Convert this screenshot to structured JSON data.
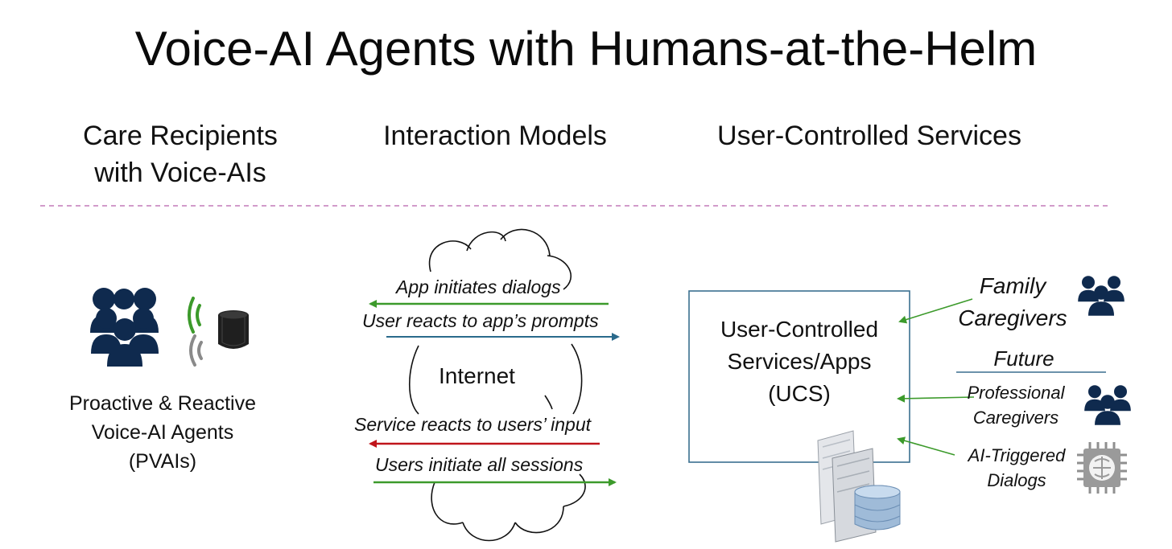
{
  "title": "Voice-AI Agents with Humans-at-the-Helm",
  "columns": {
    "left_line1": "Care Recipients",
    "left_line2": "with Voice-AIs",
    "middle": "Interaction Models",
    "right": "User-Controlled Services"
  },
  "left": {
    "agents_line1": "Proactive & Reactive",
    "agents_line2": "Voice-AI Agents",
    "agents_line3": "(PVAIs)"
  },
  "middle": {
    "cloud_label": "Internet",
    "app_initiates": "App initiates dialogs",
    "user_reacts": "User reacts to app’s prompts",
    "service_reacts": "Service reacts to users’ input",
    "users_initiate": "Users initiate all sessions"
  },
  "right": {
    "ucs_line1": "User-Controlled",
    "ucs_line2": "Services/Apps",
    "ucs_line3": "(UCS)",
    "family_line1": "Family",
    "family_line2": "Caregivers",
    "future": "Future",
    "prof_line1": "Professional",
    "prof_line2": "Caregivers",
    "ai_line1": "AI-Triggered",
    "ai_line2": "Dialogs"
  },
  "colors": {
    "green_arrow": "#3c9a2b",
    "blue_arrow": "#2a6a8c",
    "red_arrow": "#c0141b",
    "people_icon": "#0f2a4e",
    "divider": "#c47ab8",
    "ucs_border": "#3a6f8f"
  },
  "icons": {
    "people": "people-group-icon",
    "speaker": "smart-speaker-icon",
    "signal": "wireless-signal-icon",
    "server": "server-database-icon",
    "chip": "ai-chip-icon"
  }
}
